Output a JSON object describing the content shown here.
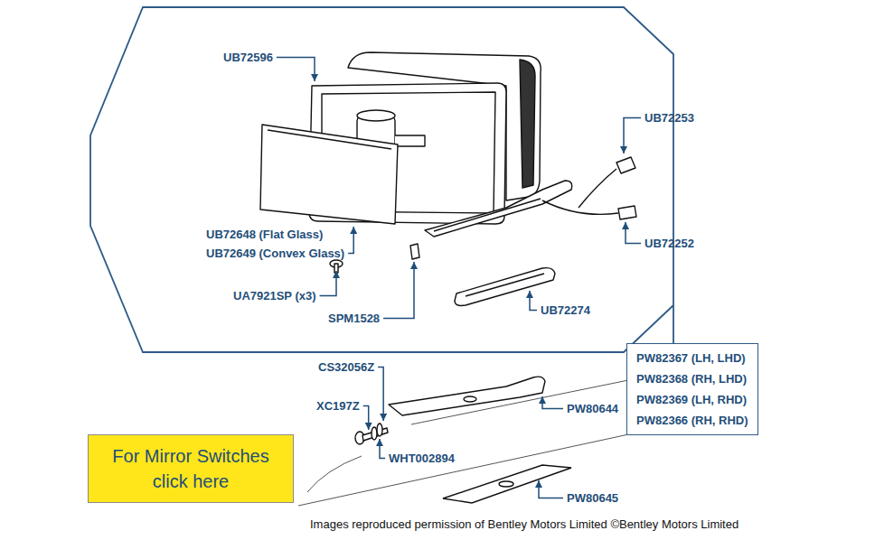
{
  "diagram": {
    "caption": "Images reproduced permission of Bentley Motors Limited ©Bentley Motors Limited",
    "nodes": [
      {
        "text": [
          "PW82367 (LH, LHD)",
          "PW82368 (RH, LHD)",
          "PW82369 (LH, RHD)",
          "PW82366 (RH, RHD)"
        ]
      },
      {
        "text": [
          "For Mirror Switches click here"
        ]
      }
    ],
    "labels": [
      "UB72596",
      "UB72253",
      "UB72648 (Flat Glass)",
      "UB72649 (Convex Glass)",
      "UB72252",
      "UA7921SP (x3)",
      "SPM1528",
      "UB72274",
      "CS32056Z",
      "XC197Z",
      "PW80644",
      "WHT002894",
      "PW80645"
    ]
  }
}
